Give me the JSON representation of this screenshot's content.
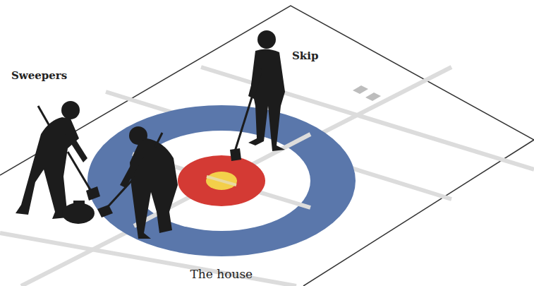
{
  "diagram": {
    "labels": [
      "Sweepers",
      "Skip",
      "The house"
    ]
  }
}
